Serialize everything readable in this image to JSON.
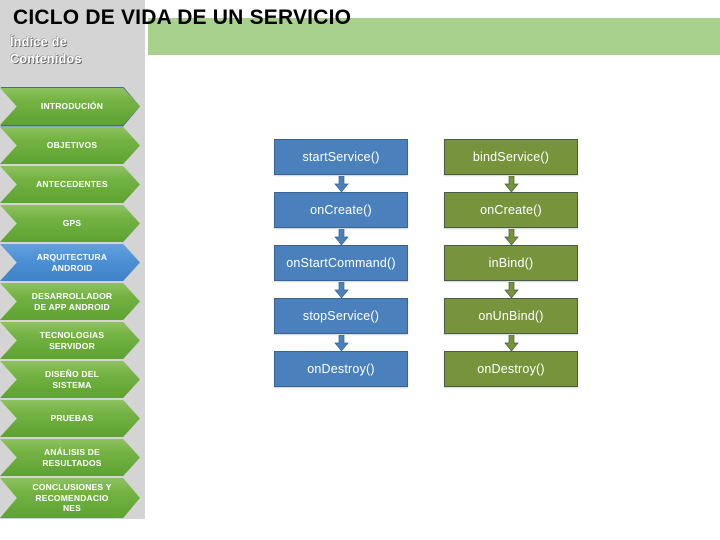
{
  "slide": {
    "title": "CICLO DE VIDA DE UN SERVICIO",
    "accent_green": "#a9d18e",
    "node_blue": "#4a81bd",
    "node_green": "#77933c",
    "sidebar_bg": "#d4d4d4"
  },
  "sidebar": {
    "heading_line1": "Índice  de",
    "heading_line2": "Contenidos",
    "items": [
      {
        "label": "INTRODUCIÓN",
        "color": "green",
        "selected": true
      },
      {
        "label": "OBJETIVOS",
        "color": "green",
        "selected": false
      },
      {
        "label": "ANTECEDENTES",
        "color": "green",
        "selected": false
      },
      {
        "label": "GPS",
        "color": "green",
        "selected": false
      },
      {
        "label": "ARQUITECTURA\nANDROID",
        "color": "blue",
        "selected": false
      },
      {
        "label": "DESARROLLADOR\nDE APP ANDROID",
        "color": "green",
        "selected": false
      },
      {
        "label": "TECNOLOGIAS\nSERVIDOR",
        "color": "green",
        "selected": false
      },
      {
        "label": "DISEÑO DEL\nSISTEMA",
        "color": "green",
        "selected": false
      },
      {
        "label": "PRUEBAS",
        "color": "green",
        "selected": false
      },
      {
        "label": "ANÁLISIS DE\nRESULTADOS",
        "color": "green",
        "selected": false
      },
      {
        "label": "CONCLUSIONES Y\nRECOMENDACIO\nNES",
        "color": "green",
        "selected": false
      }
    ]
  },
  "diagram": {
    "columns": [
      {
        "name": "started-service",
        "color": "blue",
        "nodes": [
          {
            "label": "startService()"
          },
          {
            "label": "onCreate()"
          },
          {
            "label": "onStartCommand()"
          },
          {
            "label": "stopService()"
          },
          {
            "label": "onDestroy()"
          }
        ]
      },
      {
        "name": "bound-service",
        "color": "green",
        "nodes": [
          {
            "label": "bindService()"
          },
          {
            "label": "onCreate()"
          },
          {
            "label": "inBind()"
          },
          {
            "label": "onUnBind()"
          },
          {
            "label": "onDestroy()"
          }
        ]
      }
    ]
  }
}
